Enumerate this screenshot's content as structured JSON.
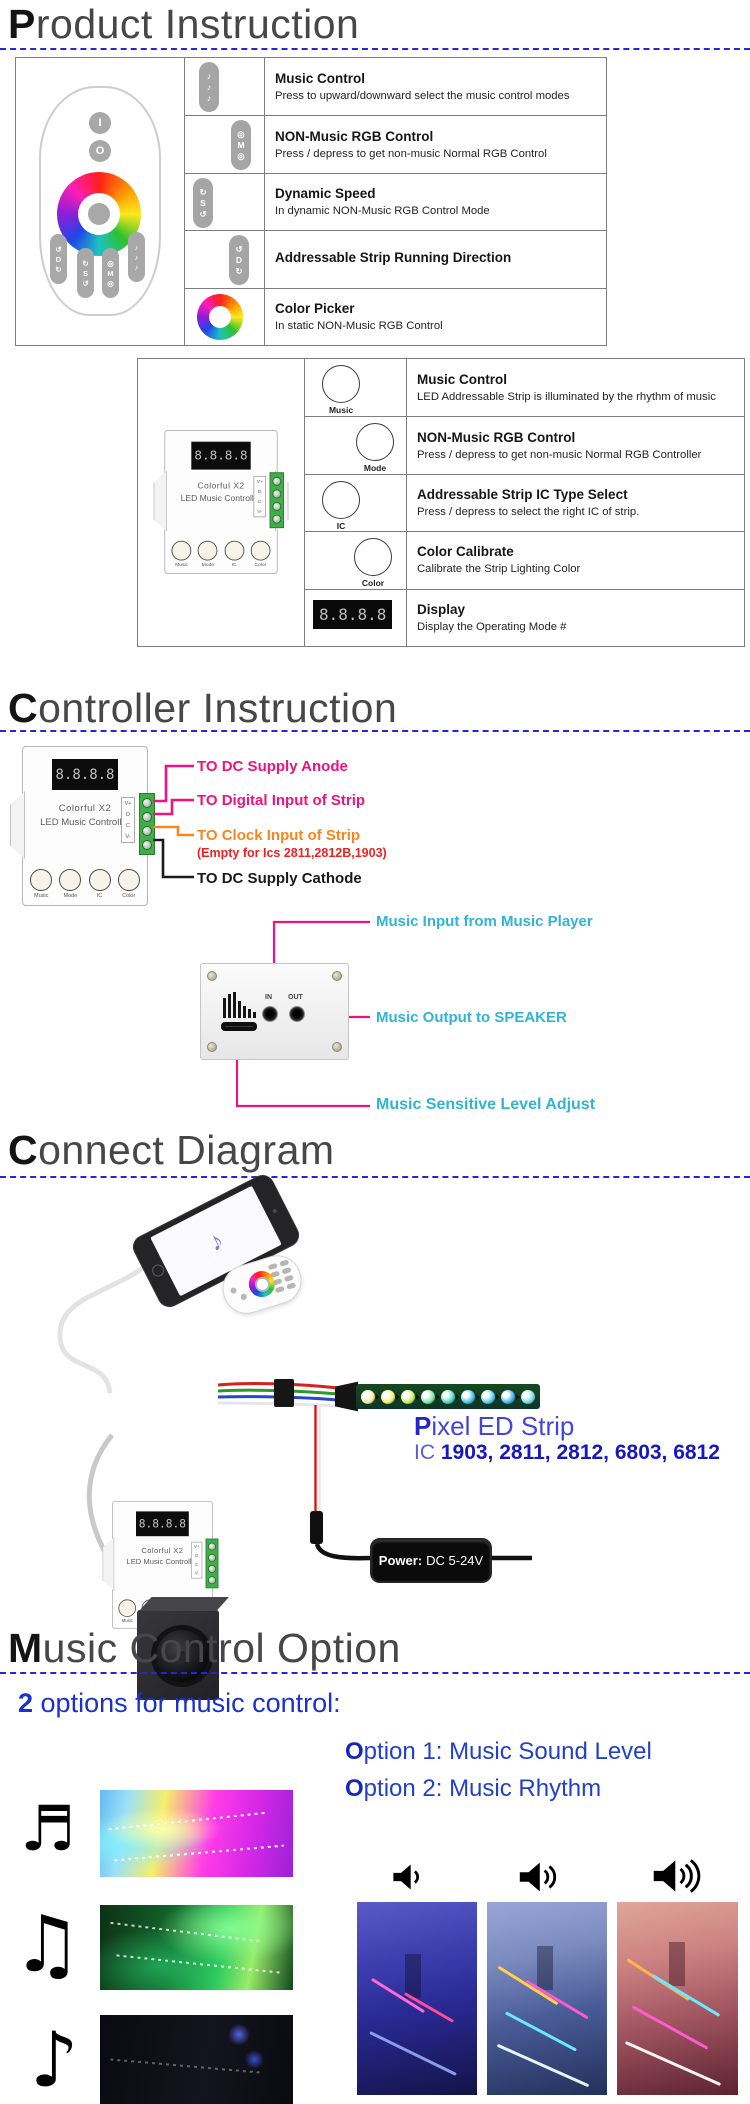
{
  "colors": {
    "dash_blue": "#2626d6",
    "magenta": "#ed147d",
    "orange": "#f6871f",
    "red": "#ee2222",
    "cyan": "#31b4d4",
    "royal_blue": "#1b31c9",
    "terminal_green": "#3fae49"
  },
  "product": {
    "heading": {
      "lead": "P",
      "rest": "roduct Instruction"
    },
    "remote_rows": [
      {
        "title": "Music Control",
        "desc": "Press to upward/downward select the music control modes"
      },
      {
        "title": "NON-Music RGB Control",
        "desc": "Press / depress to get non-music Normal RGB Control"
      },
      {
        "title": "Dynamic Speed",
        "desc": "In dynamic NON-Music RGB Control Mode"
      },
      {
        "title": "Addressable Strip Running Direction",
        "desc": ""
      },
      {
        "title": "Color Picker",
        "desc": "In static NON-Music RGB Control"
      }
    ],
    "controller_rows": [
      {
        "btn": "Music",
        "title": "Music Control",
        "desc": "LED Addressable Strip is illuminated by the rhythm of music"
      },
      {
        "btn": "Mode",
        "title": "NON-Music RGB Control",
        "desc": "Press / depress to get non-music Normal RGB Controller"
      },
      {
        "btn": "IC",
        "title": "Addressable Strip IC Type Select",
        "desc": "Press / depress to select the right IC of strip."
      },
      {
        "btn": "Color",
        "title": "Color Calibrate",
        "desc": "Calibrate the Strip Lighting Color"
      },
      {
        "btn": "",
        "title": "Display",
        "desc": "Display the Operating Mode #"
      }
    ]
  },
  "device": {
    "display": "8.8.8.8",
    "line1": "Colorful X2",
    "line2": "LED Music Controller",
    "buttons": [
      "Music",
      "Mode",
      "IC",
      "Color"
    ],
    "terminals": [
      "V+",
      "D",
      "C",
      "V-"
    ],
    "jack_in": "IN",
    "jack_out": "OUT"
  },
  "remote": {
    "power_on": "I",
    "power_off": "O",
    "dir": "D",
    "speed": "S",
    "mode": "M",
    "note": "♪",
    "arrow_ccw": "↺",
    "arrow_cw": "↻",
    "mode_dot": "◎"
  },
  "controller_section": {
    "heading": {
      "lead": "C",
      "rest": "ontroller Instruction"
    },
    "anode": "TO DC Supply Anode",
    "digital": "TO Digital Input of Strip",
    "clock": "TO Clock Input of Strip",
    "empty_note": "(Empty for Ics 2811,2812B,1903)",
    "cathode": "TO DC Supply Cathode",
    "music_in": "Music Input from Music Player",
    "music_out": "Music Output to SPEAKER",
    "sensitivity": "Music Sensitive Level Adjust"
  },
  "connect": {
    "heading": {
      "lead": "C",
      "rest": "onnect Diagram"
    },
    "strip_label": {
      "lead": "P",
      "rest": "ixel ED Strip"
    },
    "ic_label": {
      "lead": "IC ",
      "numbers": "1903, 2811, 2812, 6803, 6812"
    },
    "power": {
      "label": "Power:",
      "value": "DC 5-24V"
    }
  },
  "music_option": {
    "heading": {
      "lead": "M",
      "rest": "usic Control Option"
    },
    "intro": {
      "lead": "2",
      "rest": " options for music control:"
    },
    "option1": {
      "lead": "O",
      "rest": "ption 1: Music Sound Level"
    },
    "option2": {
      "lead": "O",
      "rest": "ption 2: Music Rhythm"
    },
    "notes": [
      "♬",
      "♫",
      "♪"
    ]
  }
}
